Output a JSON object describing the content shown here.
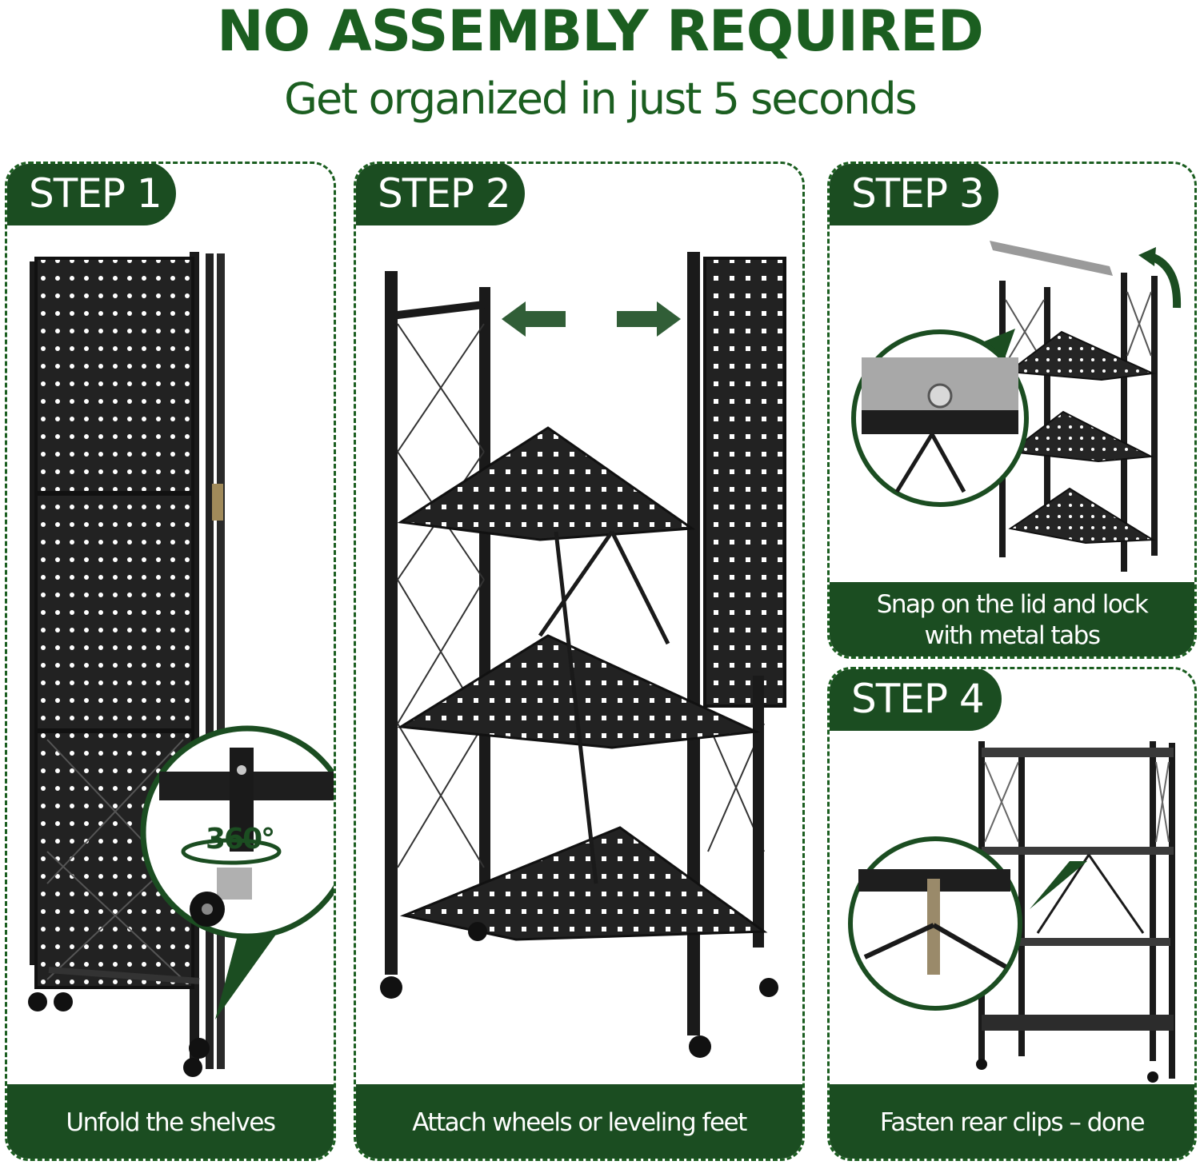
{
  "header": {
    "title": "NO ASSEMBLY REQUIRED",
    "subtitle": "Get organized in just 5 seconds"
  },
  "steps": [
    {
      "label": "STEP 1",
      "caption": "Unfold the shelves"
    },
    {
      "label": "STEP 2",
      "caption": "Attach wheels or leveling feet"
    },
    {
      "label": "STEP 3",
      "caption": "Snap on the lid and lock with metal tabs"
    },
    {
      "label": "STEP 4",
      "caption": "Fasten rear clips – done"
    }
  ],
  "badges": {
    "rotation": "360°"
  },
  "colors": {
    "brand_green": "#1b4d21",
    "title_green": "#1b5e20",
    "shelf_black": "#1c1c1c"
  },
  "icons": [
    "arrow-left-icon",
    "arrow-right-icon",
    "curved-arrow-icon"
  ]
}
